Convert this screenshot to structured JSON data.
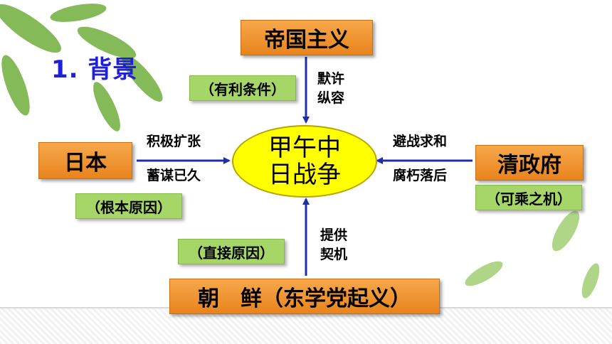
{
  "title": "1. 背景",
  "center": {
    "line1": "甲午中",
    "line2": "日战争"
  },
  "nodes": {
    "top": "帝国主义",
    "left": "日本",
    "right": "清政府",
    "bottom": "朝　鲜（东学党起义）"
  },
  "edge_labels": {
    "top": {
      "line1": "默许",
      "line2": "纵容"
    },
    "left": {
      "line1": "积极扩张",
      "line2": "蓄谋已久"
    },
    "right": {
      "line1": "避战求和",
      "line2": "腐朽落后"
    },
    "bottom": {
      "line1": "提供",
      "line2": "契机"
    }
  },
  "notes": {
    "top": "（有利条件）",
    "left": "（根本原因）",
    "right": "（可乘之机）",
    "bottom": "（直接原因）"
  },
  "colors": {
    "title": "#1f1fd6",
    "node_fill": "#f39a35",
    "note_fill": "#a6d668",
    "center_fill": "#ffff00",
    "arrow": "#1f2fa8"
  }
}
